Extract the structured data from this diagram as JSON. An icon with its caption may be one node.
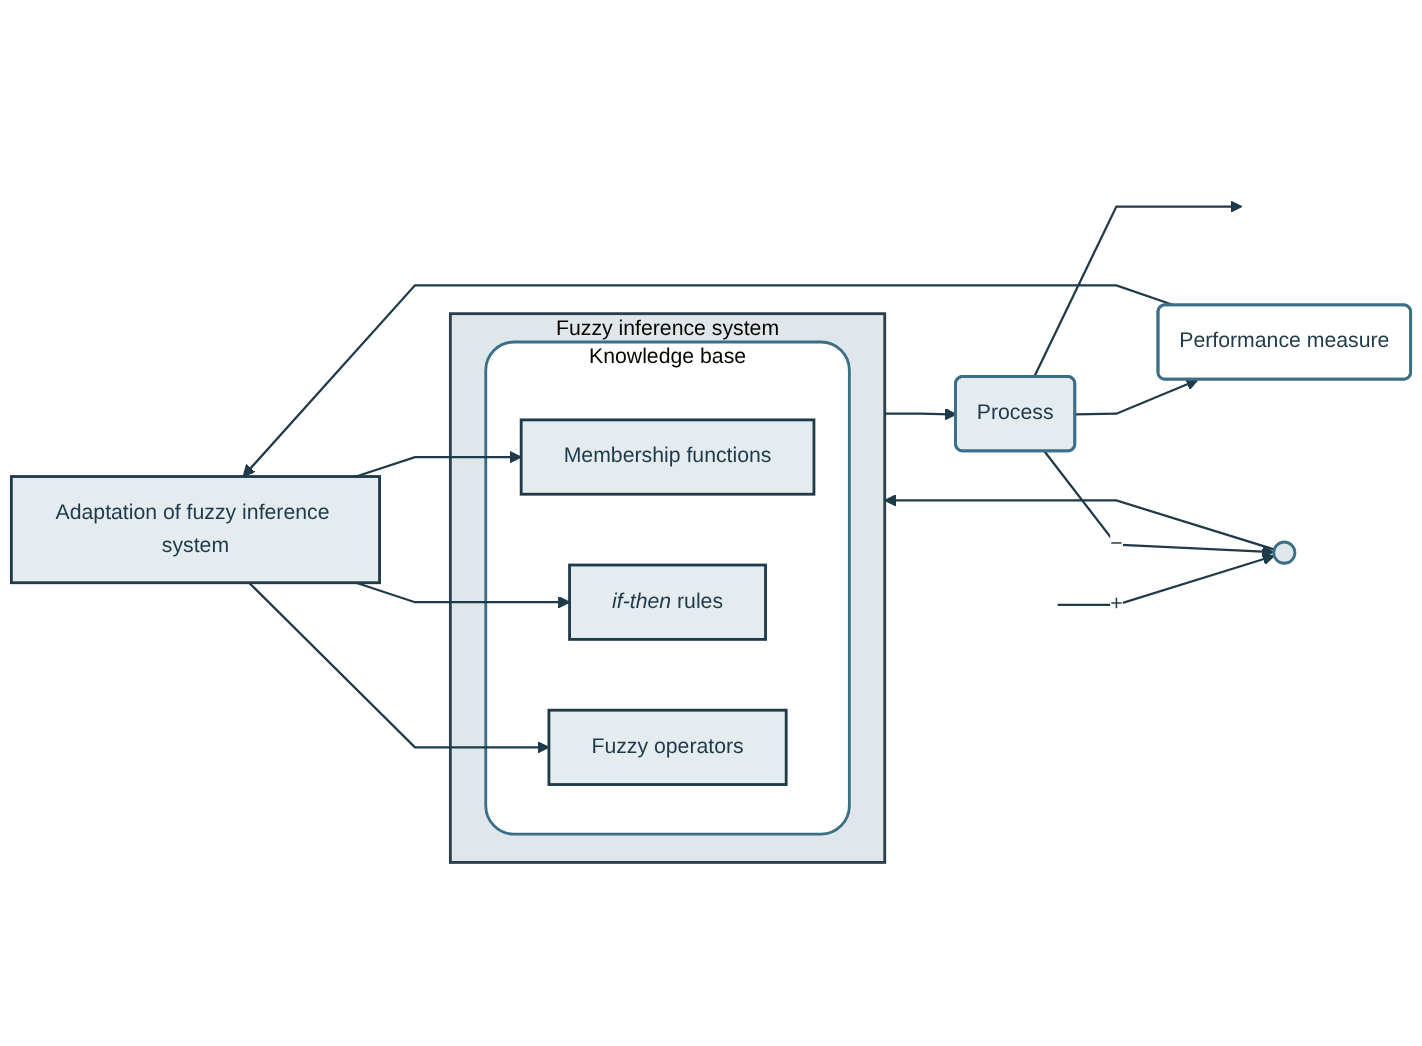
{
  "diagram": {
    "nodes": [
      {
        "text": [
          "Adaptation of fuzzy inference system"
        ]
      },
      {
        "text": [
          "Performance measure"
        ]
      },
      {
        "text": [
          "Fuzzy inference system"
        ]
      },
      {
        "text": [
          "Knowledge base"
        ],
        "in": 2
      },
      {
        "text": [
          "Membership functions"
        ],
        "in": 3
      },
      {
        "text": [
          "*if-then* rules"
        ],
        "in": 3
      },
      {
        "text": [
          "Fuzzy operators"
        ],
        "in": 3
      },
      {
        "text": [
          "Process"
        ]
      },
      {
        "text": [],
        "shape": "circle"
      }
    ],
    "edges": [
      {
        "from": null,
        "to": 8,
        "arrow": "to",
        "label": "+"
      },
      {
        "from": 8,
        "to": 2,
        "arrow": "to"
      },
      {
        "from": 2,
        "to": 7,
        "arrow": "to"
      },
      {
        "from": 7,
        "to": null,
        "arrow": "to"
      },
      {
        "from": 7,
        "to": 1,
        "arrow": "to"
      },
      {
        "from": 7,
        "to": 8,
        "arrow": "to",
        "label": "−"
      },
      {
        "from": 1,
        "to": 0,
        "arrow": "to"
      },
      {
        "from": 0,
        "to": 4,
        "arrow": "to"
      },
      {
        "from": 0,
        "to": 5,
        "arrow": "to"
      },
      {
        "from": 0,
        "to": 6,
        "arrow": "to"
      }
    ]
  }
}
